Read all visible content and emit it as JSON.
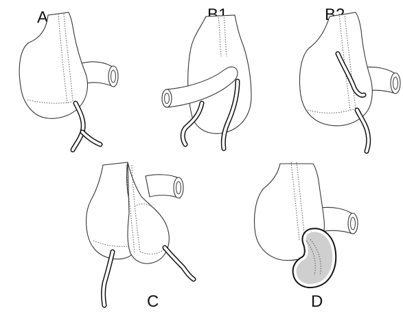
{
  "figure": {
    "stroke_color": "#222222",
    "fill_color": "#ffffff",
    "shade_color": "#cfcfcf",
    "panels": [
      {
        "id": "A",
        "label": "A"
      },
      {
        "id": "B1",
        "label": "B1"
      },
      {
        "id": "B2",
        "label": "B2"
      },
      {
        "id": "C",
        "label": "C"
      },
      {
        "id": "D",
        "label": "D"
      }
    ]
  }
}
